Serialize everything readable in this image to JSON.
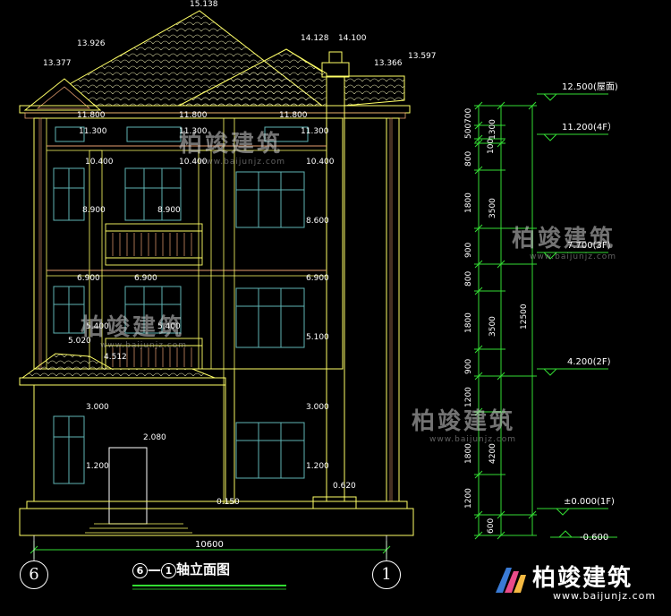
{
  "drawing": {
    "title_left_circle": "6",
    "title_dash": "—",
    "title_right_circle": "1",
    "title_suffix": "轴立面图",
    "axis_left": "6",
    "axis_right": "1",
    "total_width": "10600"
  },
  "roof_elevations": [
    "15.138",
    "13.926",
    "13.377",
    "14.128",
    "14.100",
    "13.366",
    "13.597"
  ],
  "facade_elevations": {
    "e11800_a": "11.800",
    "e11800_b": "11.800",
    "e11800_c": "11.800",
    "e11300_a": "11.300",
    "e11300_b": "11.300",
    "e11300_c": "11.300",
    "e10400_a": "10.400",
    "e10400_b": "10.400",
    "e10400_c": "10.400",
    "e8900_a": "8.900",
    "e8900_b": "8.900",
    "e8600": "8.600",
    "e6900_a": "6.900",
    "e6900_b": "6.900",
    "e6900_c": "6.900",
    "e5400_a": "5.400",
    "e5400_b": "5.400",
    "e5100": "5.100",
    "e5020": "5.020",
    "e4512": "4.512",
    "e3000_a": "3.000",
    "e3000_b": "3.000",
    "e2080": "2.080",
    "e1200_a": "1.200",
    "e1200_b": "1.200",
    "e0620": "0.620",
    "e0150": "0.150"
  },
  "level_marks": {
    "roof": "12.500(屋面)",
    "f4": "11.200(4F）",
    "f3": "7.700(3F)",
    "f2": "4.200(2F)",
    "f1": "±0.000(1F)",
    "ground": "-0.600"
  },
  "dims_col1": [
    "700",
    "500",
    "100",
    "800",
    "1800",
    "900",
    "800",
    "1800",
    "900",
    "1200",
    "1800",
    "1200",
    "600"
  ],
  "dims_col2": [
    "1300",
    "3500",
    "3500",
    "4200"
  ],
  "dims_total": "12500",
  "watermark": {
    "brand": "柏竣建筑",
    "url": "www.baijunjz.com"
  },
  "colors": {
    "line_yellow": "#ffff66",
    "line_orange": "#e8a070",
    "window_teal": "#5fb4b4",
    "dim_green": "#33dd33",
    "bg": "#000000"
  }
}
